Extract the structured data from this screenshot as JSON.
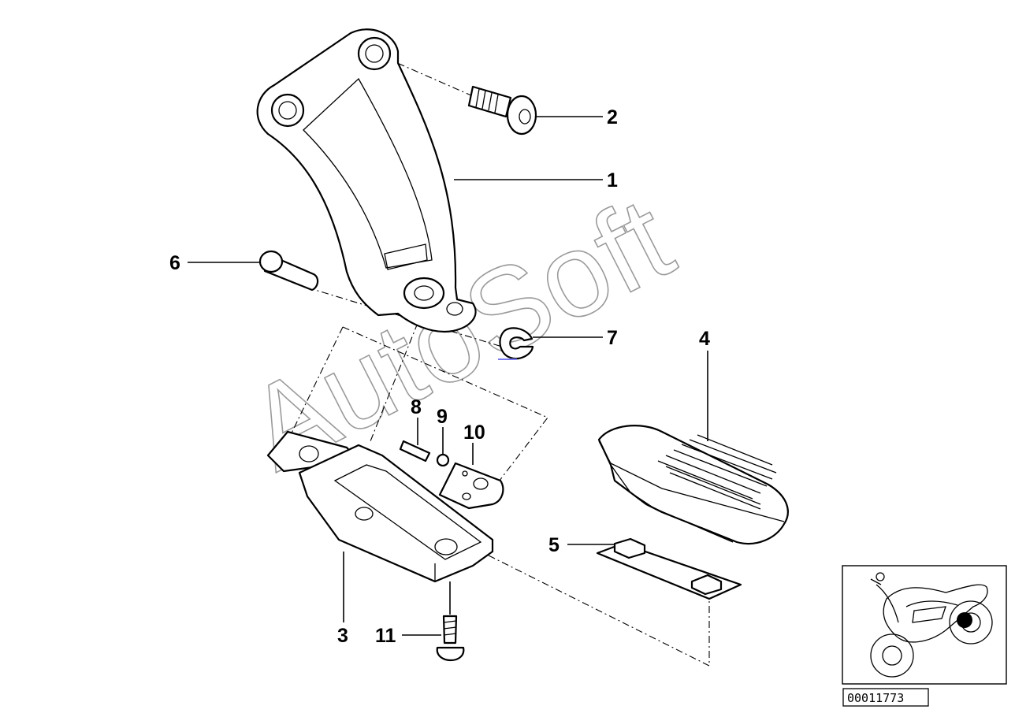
{
  "watermark": "AutoSoft",
  "reference_number": "00011773",
  "callouts": [
    "1",
    "2",
    "3",
    "4",
    "5",
    "6",
    "7",
    "8",
    "9",
    "10",
    "11"
  ],
  "colors": {
    "line": "#000000",
    "background": "#ffffff",
    "watermark": "#9a9a9a",
    "locator_dot": "#000000"
  }
}
